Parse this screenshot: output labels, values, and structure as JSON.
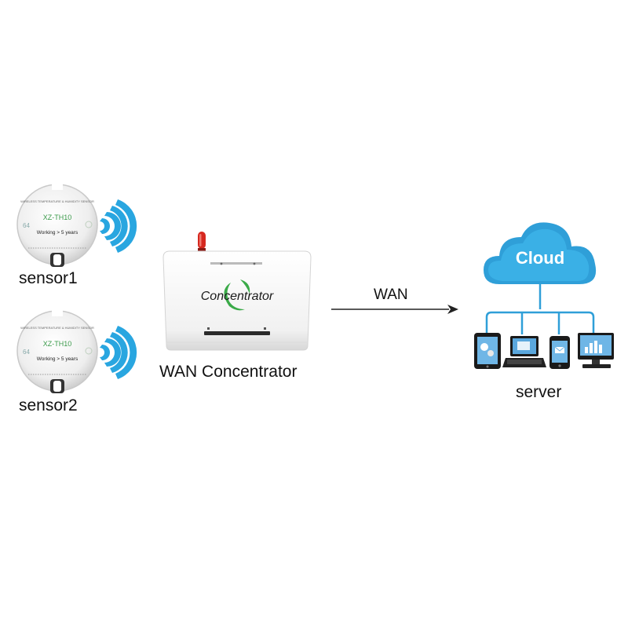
{
  "sensors": [
    {
      "label": "sensor1",
      "model": "XZ-TH10",
      "ring_text": "WIRELESS TEMPERATURE & HUMIDITY SENSOR",
      "battery_text": "Working  > 5 years",
      "side_mark": "64"
    },
    {
      "label": "sensor2",
      "model": "XZ-TH10",
      "ring_text": "WIRELESS TEMPERATURE & HUMIDITY SENSOR",
      "battery_text": "Working  > 5 years",
      "side_mark": "64"
    }
  ],
  "concentrator": {
    "device_text": "Concentrator",
    "caption": "WAN Concentrator"
  },
  "link": {
    "label": "WAN"
  },
  "server": {
    "cloud_text": "Cloud",
    "caption": "server",
    "devices": [
      "tablet-icon",
      "laptop-icon",
      "phone-icon",
      "desktop-icon"
    ]
  },
  "colors": {
    "cloud": "#2f9fd8",
    "signal": "#29a6e0",
    "antenna": "#d6281f",
    "swoosh": "#3aaa48",
    "device_body": "#f4f4f4"
  }
}
